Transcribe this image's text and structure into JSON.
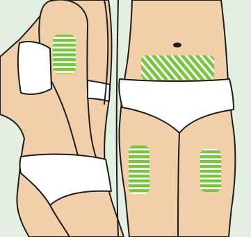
{
  "colors": {
    "background": "#e3efe0",
    "skin": "#f2cfab",
    "outline": "#1c1c1c",
    "underwear": "#ffffff",
    "injection_site_fill": "#7cc540",
    "injection_site_stripe": "#ffffff"
  },
  "figures": [
    {
      "name": "side-view",
      "sites": [
        {
          "name": "upper-arm",
          "stripe_direction": "horizontal"
        }
      ]
    },
    {
      "name": "front-view",
      "sites": [
        {
          "name": "abdomen",
          "stripe_direction": "diagonal"
        },
        {
          "name": "left-thigh",
          "stripe_direction": "horizontal"
        },
        {
          "name": "right-thigh",
          "stripe_direction": "horizontal"
        }
      ]
    }
  ]
}
